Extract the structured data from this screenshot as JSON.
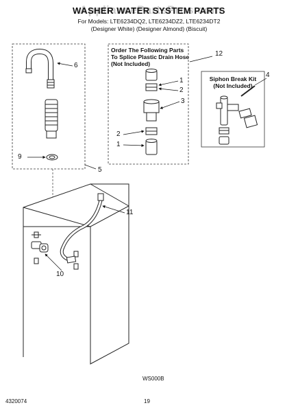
{
  "watermark": "AppliancePartsPros.com",
  "title": "WASHER WATER SYSTEM PARTS",
  "subtitle_line1": "For Models: LTE6234DQ2, LTE6234DZ2, LTE6234DT2",
  "subtitle_line2": "(Designer White)   (Designer Almond)   (Biscuit)",
  "drain_box_title": [
    "Order The Following Parts",
    "To Splice Plastic Drain Hose",
    "(Not Included)"
  ],
  "siphon_box_title": [
    "Siphon Break Kit",
    "(Not Included)"
  ],
  "callouts": {
    "c1": "1",
    "c2a": "2",
    "c2b": "2",
    "c3": "3",
    "c4": "4",
    "c5": "5",
    "c6": "6",
    "c9": "9",
    "c10": "10",
    "c11": "11",
    "c12": "12",
    "c1b": "1"
  },
  "diagram_code": "WS000B",
  "doc_number": "4320074",
  "page_number": "19"
}
